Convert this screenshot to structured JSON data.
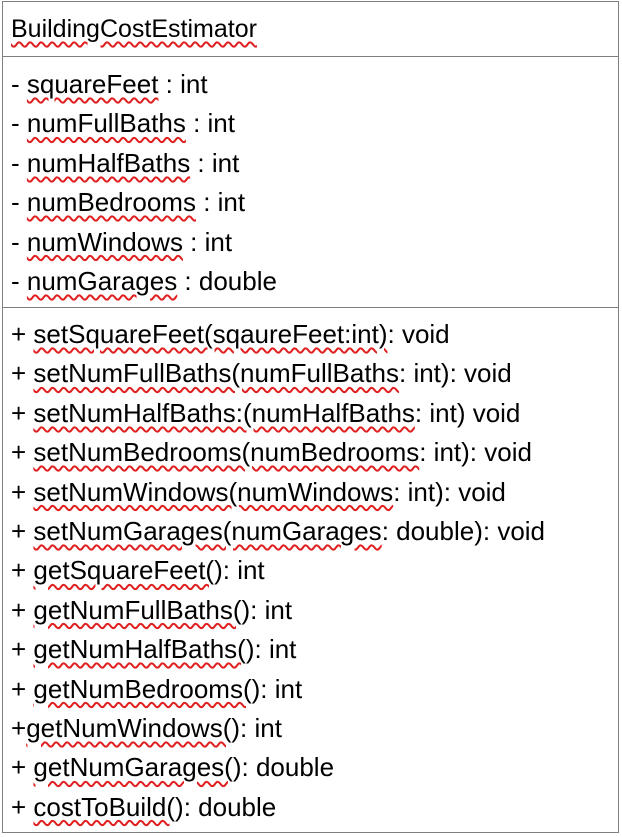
{
  "class_name": "BuildingCostEstimator",
  "attributes": [
    {
      "vis": "- ",
      "name": "squareFeet",
      "rest": " : int"
    },
    {
      "vis": "- ",
      "name": "numFullBaths",
      "rest": " : int"
    },
    {
      "vis": "- ",
      "name": "numHalfBaths",
      "rest": " : int"
    },
    {
      "vis": "- ",
      "name": "numBedrooms",
      "rest": " : int"
    },
    {
      "vis": "- ",
      "name": "numWindows",
      "rest": " : int"
    },
    {
      "vis": "- ",
      "name": "numGarages",
      "rest": " : double"
    }
  ],
  "methods": [
    {
      "vis": "+ ",
      "name": "setSquareFeet(sqaureFeet:int)",
      "rest": ": void"
    },
    {
      "vis": "+ ",
      "name": "setNumFullBaths(numFullBaths",
      "rest": ": int): void"
    },
    {
      "vis": "+ ",
      "name": "setNumHalfBaths:(numHalfBaths",
      "rest": ": int) void"
    },
    {
      "vis": "+ ",
      "name": "setNumBedrooms(numBedrooms",
      "rest": ": int): void"
    },
    {
      "vis": "+ ",
      "name": "setNumWindows(numWindows",
      "rest": ": int): void"
    },
    {
      "vis": "+ ",
      "name": "setNumGarages(numGarages",
      "rest": ": double): void"
    },
    {
      "vis": "+ ",
      "name": "getSquareFeet(",
      "rest": "): int"
    },
    {
      "vis": "+ ",
      "name": "getNumFullBaths(",
      "rest": "): int"
    },
    {
      "vis": "+ ",
      "name": "getNumHalfBaths(",
      "rest": "): int"
    },
    {
      "vis": "+ ",
      "name": "getNumBedrooms(",
      "rest": "): int"
    },
    {
      "vis": "+",
      "name": "getNumWindows(",
      "rest": "): int"
    },
    {
      "vis": "+ ",
      "name": "getNumGarages(",
      "rest": "): double"
    },
    {
      "vis": "+ ",
      "name": "costToBuild(",
      "rest": "): double"
    }
  ],
  "colors": {
    "border": "#7f7f7f",
    "spellcheck_underline": "#e02020",
    "text": "#000000"
  }
}
